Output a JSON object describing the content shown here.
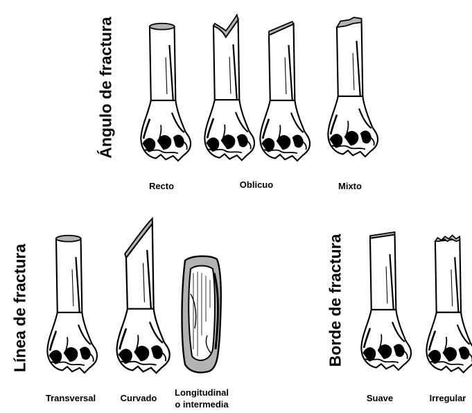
{
  "groups": {
    "angulo": {
      "title": "Ángulo de fractura",
      "labels": [
        "Recto",
        "Oblicuo",
        "Mixto"
      ]
    },
    "linea": {
      "title": "Línea de fractura",
      "labels": [
        "Transversal",
        "Curvado",
        "Longitudinal",
        "o intermedia"
      ]
    },
    "borde": {
      "title": "Borde de fractura",
      "labels": [
        "Suave",
        "Irregular"
      ]
    }
  },
  "colors": {
    "ink": "#000000",
    "cut_surface": "#b3b3b3",
    "bone_fill": "#ffffff"
  }
}
